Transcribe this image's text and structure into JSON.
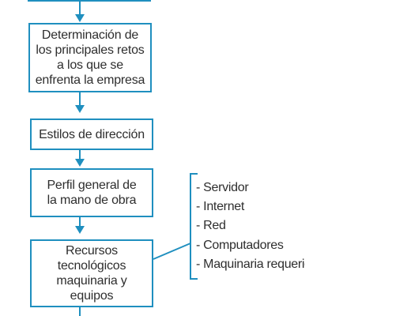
{
  "diagram": {
    "boxes": [
      {
        "id": "box-retos",
        "text": "Determinación de los principales retos a los que se enfrenta la empresa"
      },
      {
        "id": "box-estilos",
        "text": "Estilos de dirección"
      },
      {
        "id": "box-perfil",
        "text": "Perfil general de la mano de obra"
      },
      {
        "id": "box-recursos",
        "text": "Recursos tecnológicos maquinaria y equipos"
      }
    ],
    "resource_list": [
      "- Servidor",
      "- Internet",
      "- Red",
      "- Computadores",
      "- Maquinaria requerida"
    ],
    "colors": {
      "accent": "#1f8fbf",
      "text": "#2e2e2e"
    }
  }
}
